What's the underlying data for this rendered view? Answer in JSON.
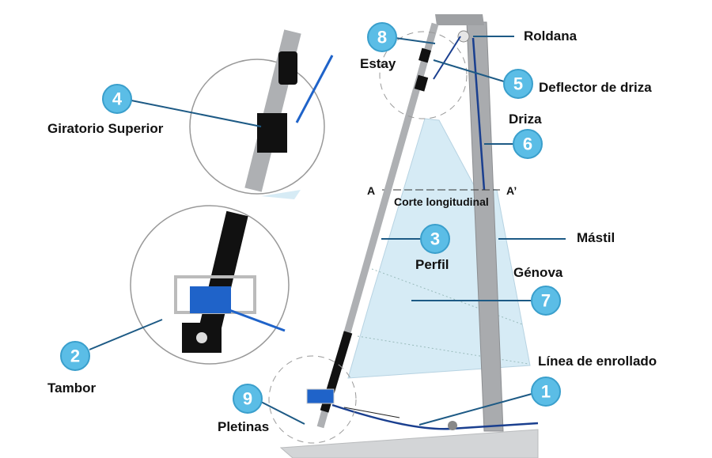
{
  "colors": {
    "badge": "#5bbde6",
    "leader": "#1d5a85",
    "sail": "#d6ebf5",
    "mast": "#a9abae",
    "rope": "#1a3f8f",
    "drum": "#1f63c9"
  },
  "labels": {
    "roldana": "Roldana",
    "estay": "Estay",
    "deflector": "Deflector de driza",
    "driza": "Driza",
    "giratorio": "Giratorio Superior",
    "a": "A",
    "a_prime": "A’",
    "corte": "Corte longitudinal",
    "mastil": "Mástil",
    "perfil": "Perfil",
    "genova": "Génova",
    "linea": "Línea de enrollado",
    "tambor": "Tambor",
    "pletinas": "Pletinas"
  },
  "badges": {
    "b1": "1",
    "b2": "2",
    "b3": "3",
    "b4": "4",
    "b5": "5",
    "b6": "6",
    "b7": "7",
    "b8": "8",
    "b9": "9"
  }
}
